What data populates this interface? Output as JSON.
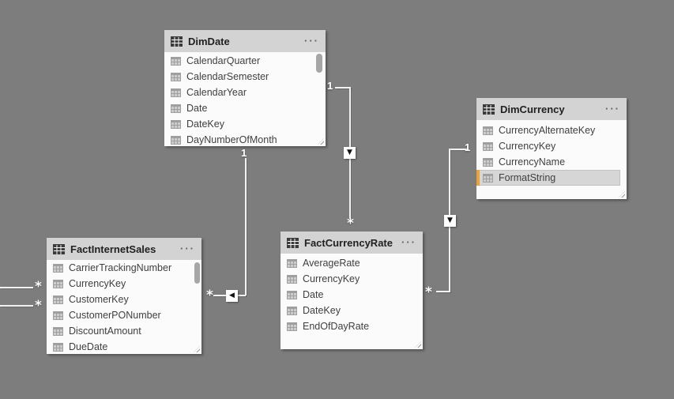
{
  "colors": {
    "canvas_bg": "#7d7d7d",
    "card_header_bg": "#d3d3d3",
    "card_body_bg": "#fbfbfb",
    "relationship_line": "#f2f2f2",
    "selected_row_bg": "#d6d6d6",
    "selection_accent_bar": "#E8A33D",
    "cardinality_label": "#ffffff"
  },
  "icons": {
    "more_options": "···",
    "table": "table-grid-icon",
    "column": "column-grid-icon"
  },
  "tables": [
    {
      "title": "DimDate",
      "fields": [
        {
          "name": "CalendarQuarter"
        },
        {
          "name": "CalendarSemester"
        },
        {
          "name": "CalendarYear"
        },
        {
          "name": "Date"
        },
        {
          "name": "DateKey"
        },
        {
          "name": "DayNumberOfMonth"
        }
      ]
    },
    {
      "title": "DimCurrency",
      "fields": [
        {
          "name": "CurrencyAlternateKey"
        },
        {
          "name": "CurrencyKey"
        },
        {
          "name": "CurrencyName"
        },
        {
          "name": "FormatString",
          "selected": true
        }
      ]
    },
    {
      "title": "FactInternetSales",
      "fields": [
        {
          "name": "CarrierTrackingNumber"
        },
        {
          "name": "CurrencyKey"
        },
        {
          "name": "CustomerKey"
        },
        {
          "name": "CustomerPONumber"
        },
        {
          "name": "DiscountAmount"
        },
        {
          "name": "DueDate"
        }
      ]
    },
    {
      "title": "FactCurrencyRate",
      "fields": [
        {
          "name": "AverageRate"
        },
        {
          "name": "CurrencyKey"
        },
        {
          "name": "Date"
        },
        {
          "name": "DateKey"
        },
        {
          "name": "EndOfDayRate"
        }
      ]
    }
  ],
  "relationships": [
    {
      "from_table": "DimDate",
      "to_table": "FactInternetSales",
      "from_label": "1",
      "to_label": "*",
      "arrow": "◀"
    },
    {
      "from_table": "DimDate",
      "to_table": "FactCurrencyRate",
      "from_label": "1",
      "to_label": "*",
      "arrow": "▼"
    },
    {
      "from_table": "DimCurrency",
      "to_table": "FactCurrencyRate",
      "from_label": "1",
      "to_label": "*",
      "arrow": "▼"
    },
    {
      "to_table": "FactInternetSales",
      "to_label": "*"
    },
    {
      "to_table": "FactInternetSales",
      "to_label": "*"
    }
  ]
}
